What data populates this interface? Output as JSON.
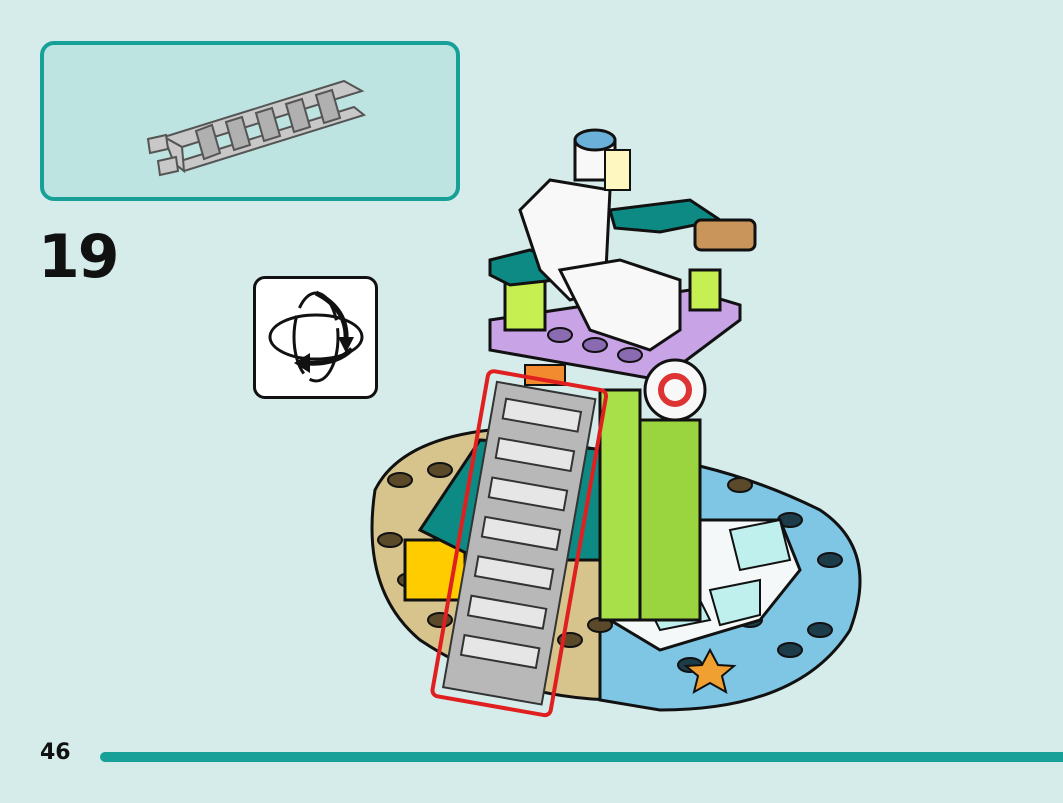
{
  "step": {
    "number": "19"
  },
  "page": {
    "number": "46"
  },
  "icons": {
    "parts_callout": "ladder-part",
    "rotate": "rotate-model-icon",
    "model": "lifeguard-tower-assembly"
  },
  "colors": {
    "background": "#d6ecea",
    "accent": "#17a097",
    "callout_fill": "#bde4e1",
    "highlight": "#e02020"
  }
}
